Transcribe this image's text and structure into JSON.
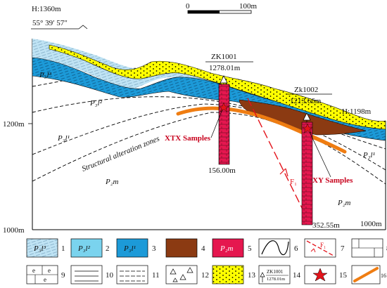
{
  "header": {
    "elevation_top": "H:1360m",
    "coords": "55° 39′ 57″",
    "scale_zero": "0",
    "scale_end": "100m"
  },
  "axis": {
    "y_1200": "1200m",
    "y_1000": "1000m",
    "right_1000": "1000m",
    "right_elev": "H:1198m"
  },
  "drillholes": [
    {
      "name": "ZK1001",
      "elev": "1278.01m",
      "depth": "156.00m"
    },
    {
      "name": "Zk1002",
      "elev": "1213.66m",
      "depth": "352.55m"
    }
  ],
  "units": {
    "p3l3": "P₃l³",
    "p3l2": "P₃l²",
    "p3l1": "P₃l¹",
    "p3l1_right": "P₃l¹",
    "p2m": "P₂m",
    "p2m_right": "P₂m"
  },
  "annotations": {
    "zone": "Structural alteration zones",
    "xtx": "XTX Samples",
    "xy": "XY Samples",
    "fault": "F₁"
  },
  "legend": [
    {
      "num": "1",
      "text": "P₃l³"
    },
    {
      "num": "2",
      "text": "P₃l²"
    },
    {
      "num": "3",
      "text": "P₃l¹"
    },
    {
      "num": "4",
      "text": ""
    },
    {
      "num": "5",
      "text": "P₂m"
    },
    {
      "num": "6",
      "text": ""
    },
    {
      "num": "7",
      "text": "F₁"
    },
    {
      "num": "8",
      "text": ""
    },
    {
      "num": "9",
      "text": ""
    },
    {
      "num": "10",
      "text": ""
    },
    {
      "num": "11",
      "text": ""
    },
    {
      "num": "12",
      "text": ""
    },
    {
      "num": "13",
      "text": ""
    },
    {
      "num": "14",
      "text": "ZK1001",
      "text2": "1278.01m"
    },
    {
      "num": "15",
      "text": ""
    },
    {
      "num": "16",
      "text": ""
    }
  ],
  "colors": {
    "l3": "#bfe3f4",
    "l2": "#7ad3ee",
    "l1": "#1c9ad8",
    "alteration": "#8b3a12",
    "pm": "#e5174f",
    "yellow": "#ffff00",
    "orange": "#ef7d12",
    "fault": "#e3121a"
  }
}
